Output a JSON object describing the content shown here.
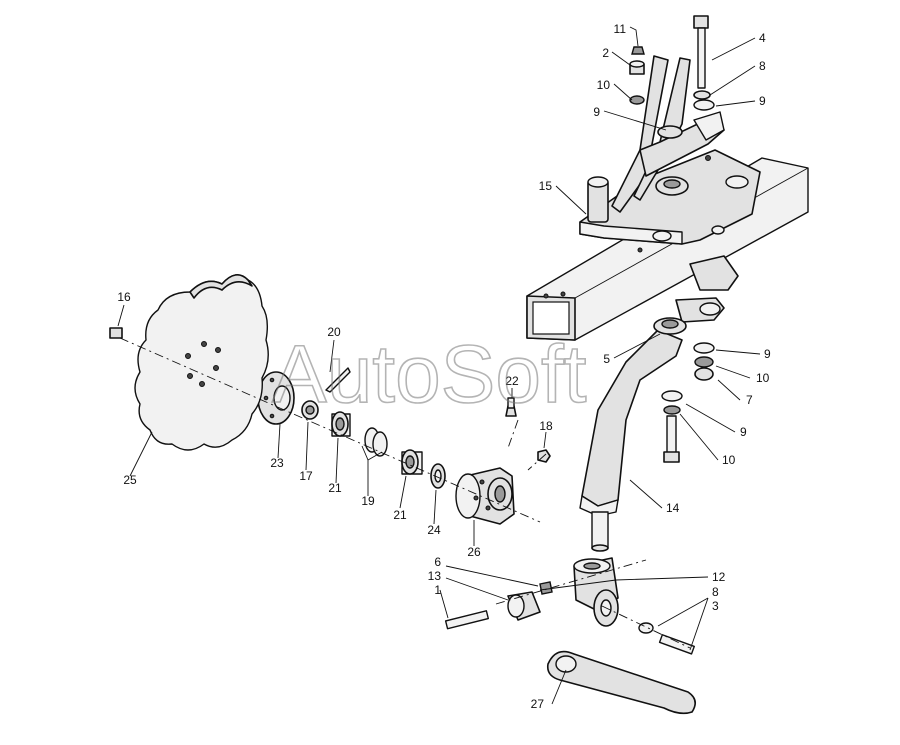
{
  "watermark": "AutoSoft",
  "callouts": {
    "c1": "1",
    "c2": "2",
    "c3": "3",
    "c4": "4",
    "c5": "5",
    "c6": "6",
    "c7": "7",
    "c8a": "8",
    "c8b": "8",
    "c9a": "9",
    "c9b": "9",
    "c9c": "9",
    "c9d": "9",
    "c10a": "10",
    "c10b": "10",
    "c10c": "10",
    "c11": "11",
    "c12": "12",
    "c13": "13",
    "c14": "14",
    "c15": "15",
    "c16": "16",
    "c17": "17",
    "c18": "18",
    "c19": "19",
    "c20": "20",
    "c21a": "21",
    "c21b": "21",
    "c22": "22",
    "c23": "23",
    "c24": "24",
    "c25": "25",
    "c26": "26",
    "c27": "27"
  },
  "colors": {
    "line": "#111111",
    "fill": "#e2e2e2",
    "watermark": "#777777"
  }
}
